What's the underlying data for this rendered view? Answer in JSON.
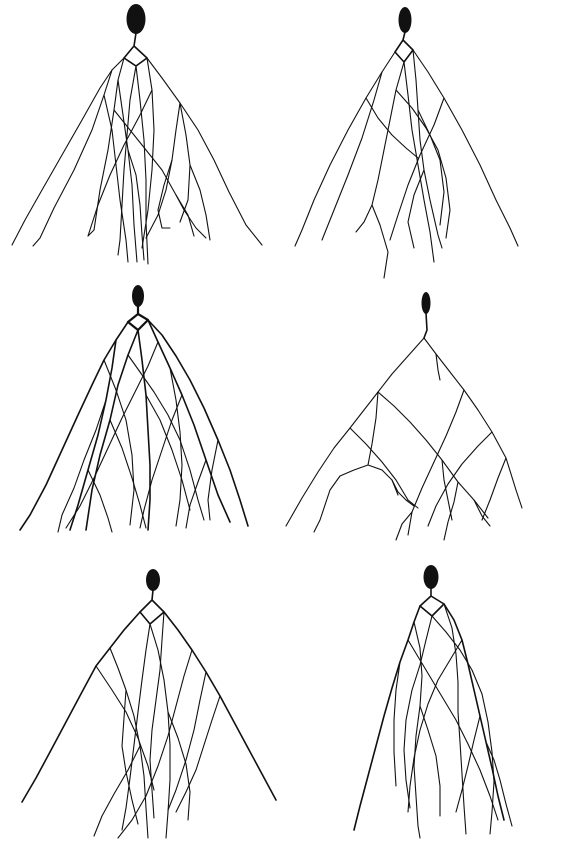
{
  "figure": {
    "colors": {
      "background": "#ffffff",
      "ink": "#111111"
    },
    "panels": [
      {
        "id": "panel-1"
      },
      {
        "id": "panel-2"
      },
      {
        "id": "panel-3"
      },
      {
        "id": "panel-4"
      },
      {
        "id": "panel-5"
      },
      {
        "id": "panel-6"
      }
    ]
  }
}
